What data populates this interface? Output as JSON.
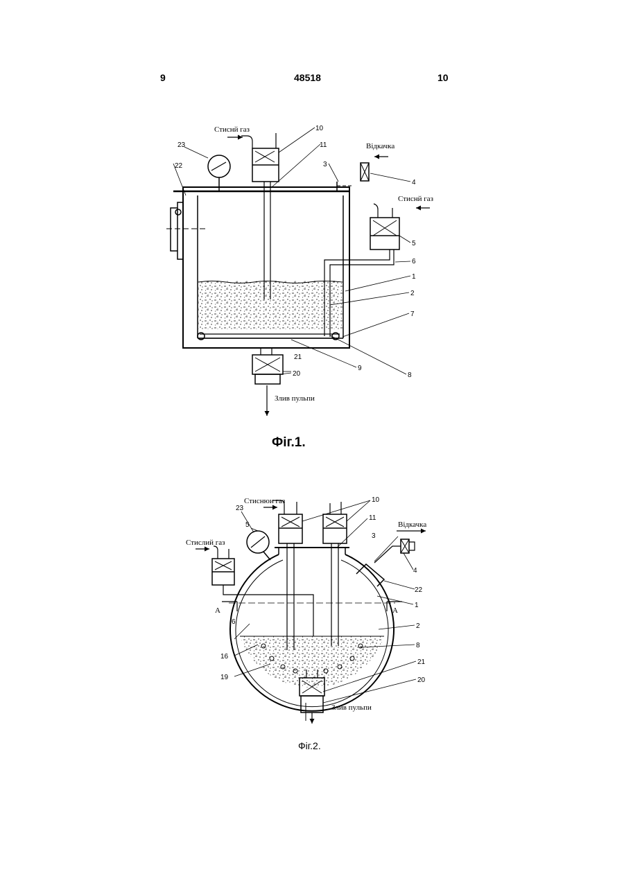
{
  "header": {
    "page_left": "9",
    "patent_number": "48518",
    "page_right": "10"
  },
  "fig1": {
    "caption": "Фіг.1.",
    "labels": {
      "gas_in_top": "Стиснй газ",
      "pumping": "Відкачка",
      "gas_in_right": "Стиснй газ",
      "discharge": "Злив пульпи"
    },
    "numbers": [
      "23",
      "22",
      "10",
      "11",
      "3",
      "4",
      "5",
      "6",
      "1",
      "2",
      "7",
      "8",
      "9",
      "21",
      "20"
    ]
  },
  "fig2": {
    "caption": "Фіг.2.",
    "labels": {
      "gas_in_top": "Стиснюи газ",
      "gas_in_left": "Стислий газ",
      "pumping": "Відкачка",
      "section_left": "А",
      "section_right": "А",
      "discharge": "Злив пульпи"
    },
    "numbers": [
      "23",
      "5",
      "10",
      "11",
      "3",
      "4",
      "22",
      "1",
      "2",
      "8",
      "6",
      "16",
      "19",
      "21",
      "20"
    ]
  }
}
